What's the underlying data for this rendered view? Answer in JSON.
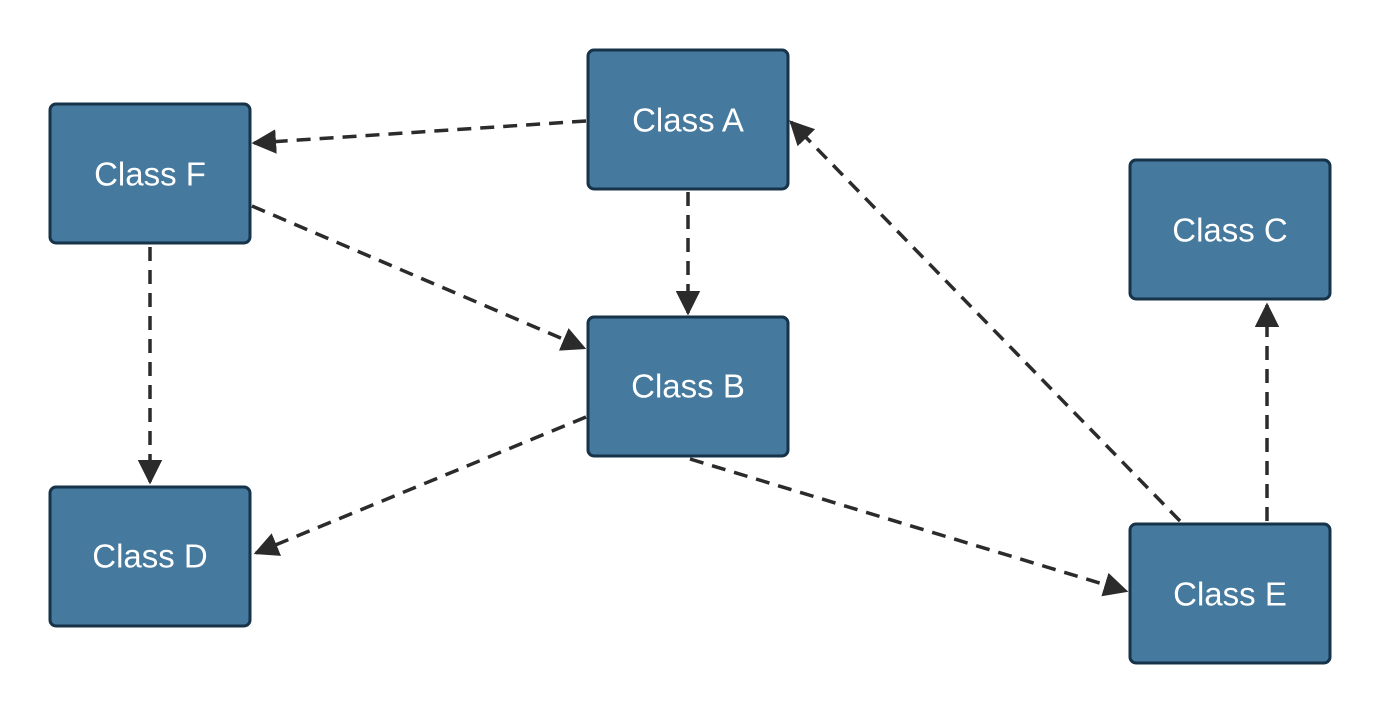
{
  "colors": {
    "node_fill": "#45799e",
    "node_stroke": "#173349",
    "node_text": "#ffffff",
    "edge": "#2b2b2b",
    "background": "#ffffff"
  },
  "nodes": [
    {
      "id": "A",
      "label": "Class A"
    },
    {
      "id": "B",
      "label": "Class B"
    },
    {
      "id": "C",
      "label": "Class C"
    },
    {
      "id": "D",
      "label": "Class D"
    },
    {
      "id": "E",
      "label": "Class E"
    },
    {
      "id": "F",
      "label": "Class F"
    }
  ],
  "edges": [
    {
      "from": "A",
      "to": "F",
      "style": "dashed"
    },
    {
      "from": "A",
      "to": "B",
      "style": "dashed"
    },
    {
      "from": "F",
      "to": "B",
      "style": "dashed"
    },
    {
      "from": "F",
      "to": "D",
      "style": "dashed"
    },
    {
      "from": "B",
      "to": "D",
      "style": "dashed"
    },
    {
      "from": "B",
      "to": "E",
      "style": "dashed"
    },
    {
      "from": "E",
      "to": "A",
      "style": "dashed"
    },
    {
      "from": "E",
      "to": "C",
      "style": "dashed"
    }
  ]
}
